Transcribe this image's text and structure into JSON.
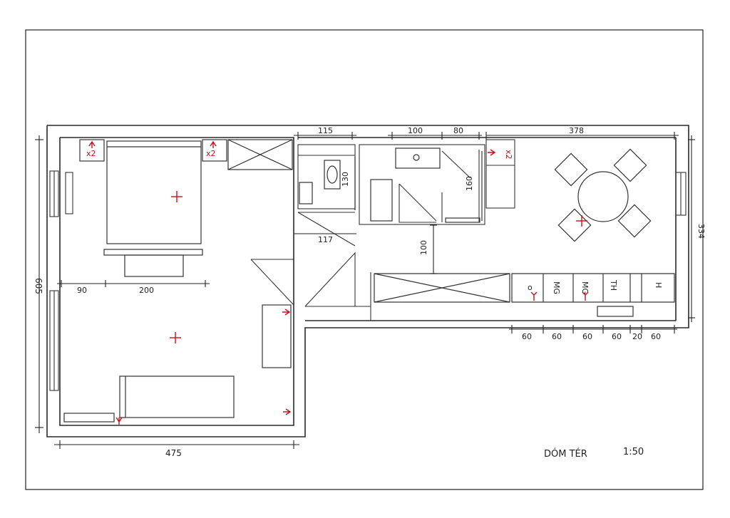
{
  "title_block": {
    "name": "DÓM TÉR",
    "scale": "1:50"
  },
  "dimensions": {
    "left_width": "475",
    "left_height": "605",
    "bed_offset": "90",
    "bed_width": "200",
    "hall_top": "115",
    "hall_mid": "117",
    "bath_depth": "130",
    "shower_top_a": "100",
    "shower_top_b": "80",
    "shower_side": "160",
    "bath_to_kitchen": "100",
    "living_width": "378",
    "living_depth": "334",
    "kitchen_units": [
      "60",
      "60",
      "60",
      "60",
      "20",
      "60"
    ]
  },
  "socket_marks": {
    "double": "x2"
  },
  "kitchen_labels": [
    "o",
    "MG",
    "MG",
    "TH",
    "H"
  ],
  "colors": {
    "line": "#2a2a2a",
    "electrical": "#c0141c",
    "paper": "#ffffff"
  }
}
